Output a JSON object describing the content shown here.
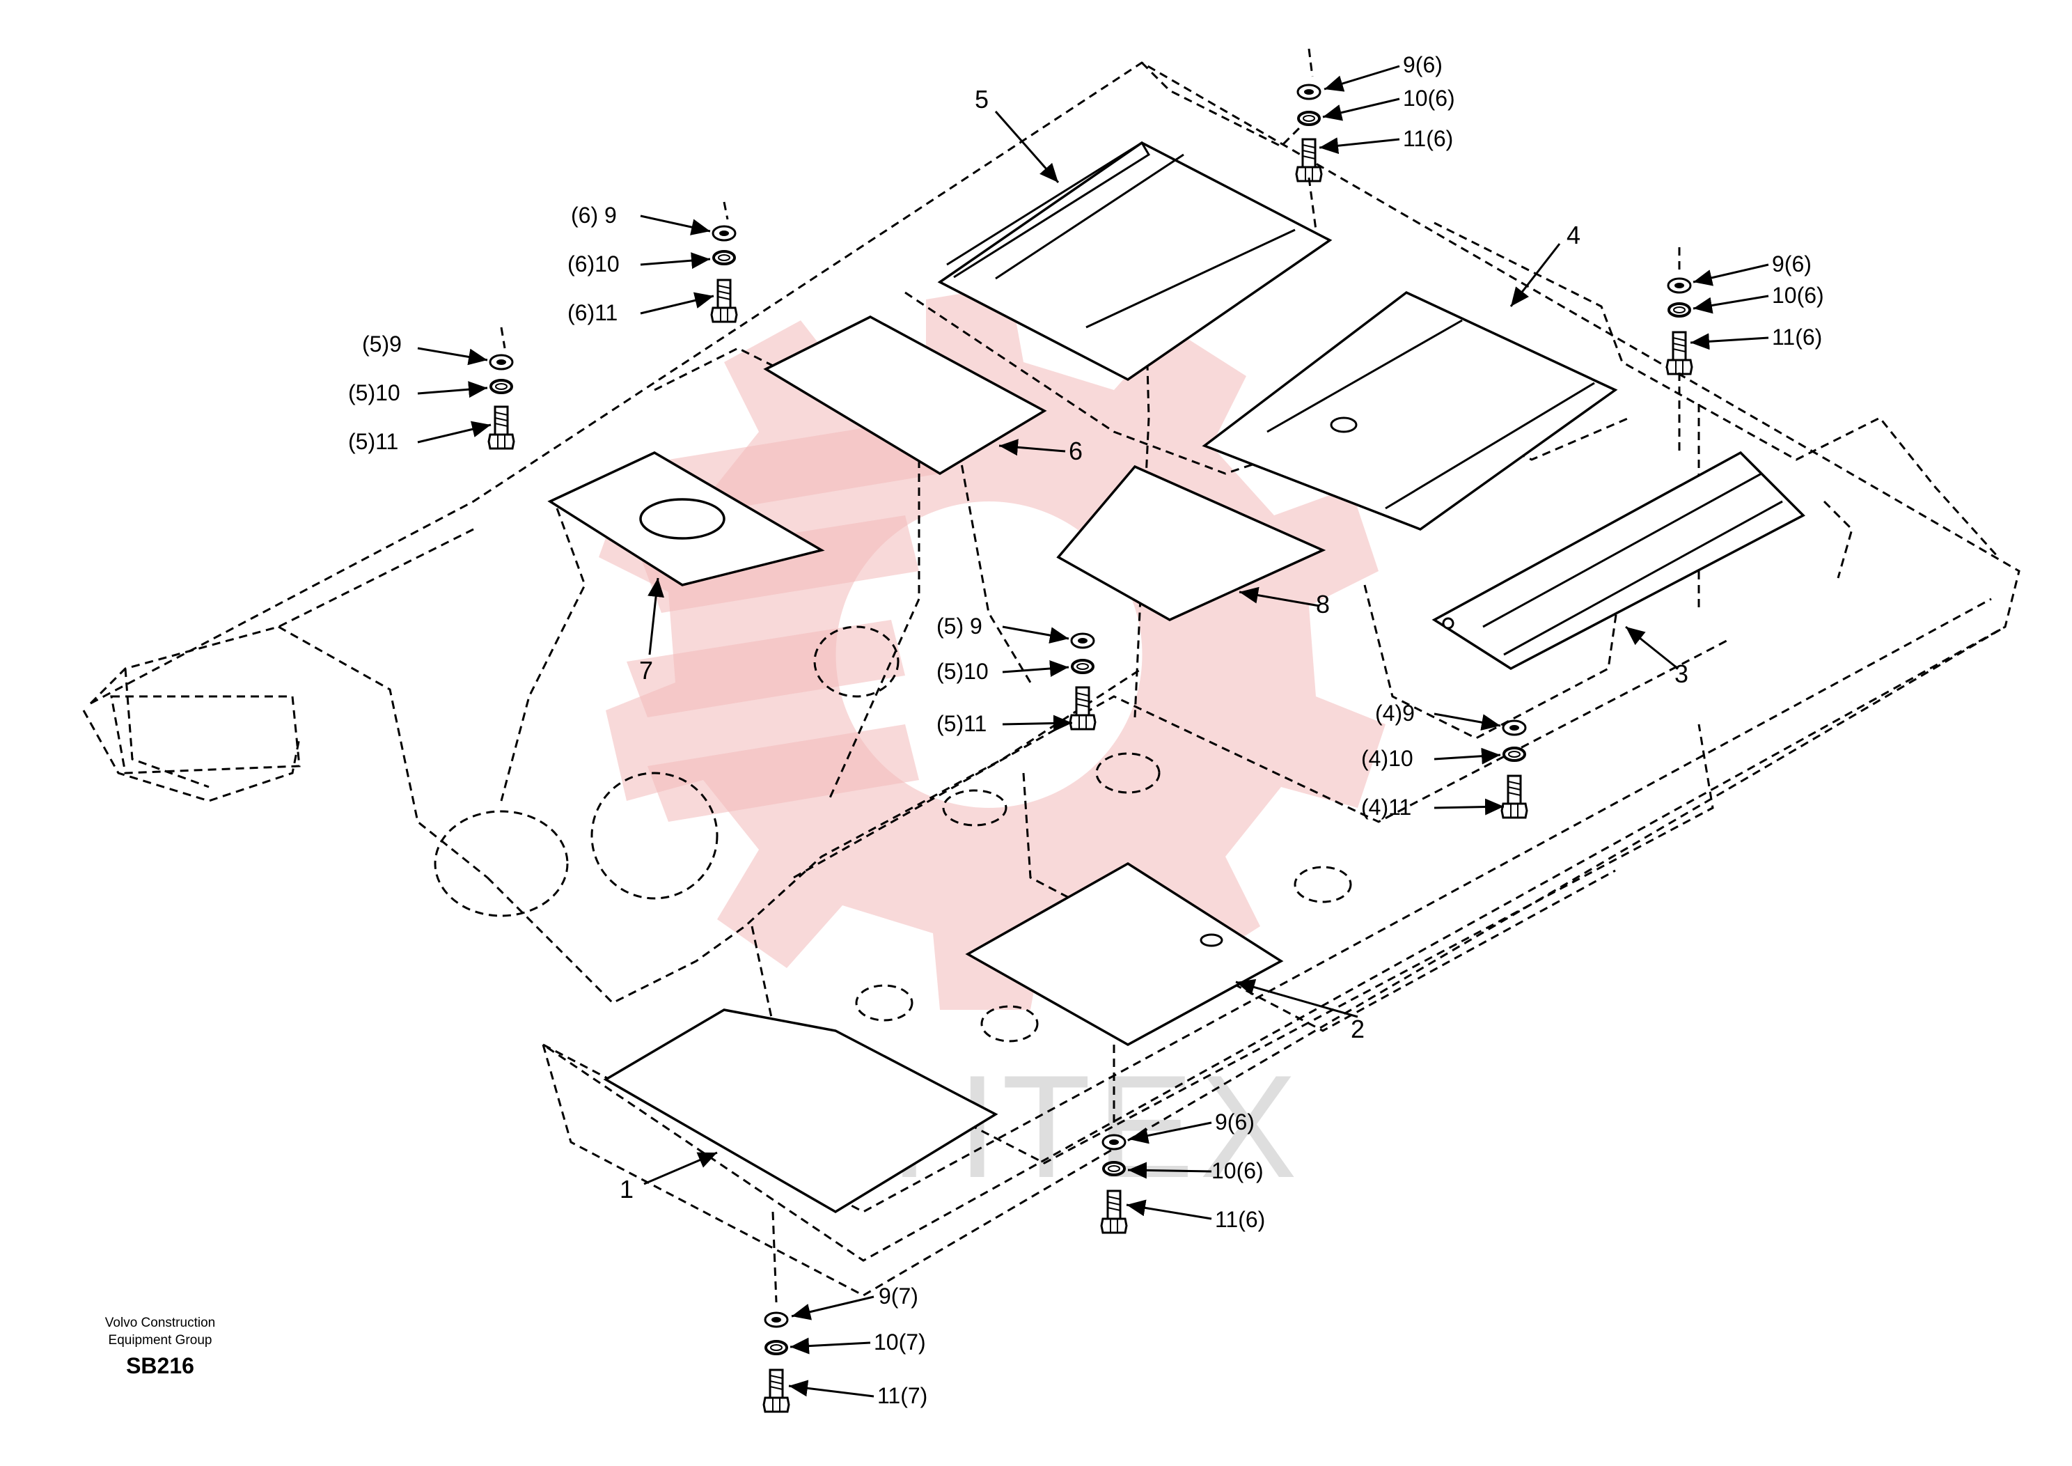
{
  "watermark": "ИНТЕХ",
  "brand": {
    "line1": "Volvo Construction",
    "line2": "Equipment Group",
    "code": "SB216"
  },
  "parts": {
    "p1": "1",
    "p2": "2",
    "p3": "3",
    "p4": "4",
    "p5": "5",
    "p6": "6",
    "p7": "7",
    "p8": "8"
  },
  "fasteners": {
    "tr": {
      "a": "9(6)",
      "b": "10(6)",
      "c": "11(6)"
    },
    "tc": {
      "a": "(6) 9",
      "b": "(6)10",
      "c": "(6)11"
    },
    "tl": {
      "a": "(5)9",
      "b": "(5)10",
      "c": "(5)11"
    },
    "r": {
      "a": "9(6)",
      "b": "10(6)",
      "c": "11(6)"
    },
    "mid": {
      "a": "(5) 9",
      "b": "(5)10",
      "c": "(5)11"
    },
    "rm": {
      "a": "(4)9",
      "b": "(4)10",
      "c": "(4)11"
    },
    "bc": {
      "a": "9(6)",
      "b": "10(6)",
      "c": "11(6)"
    },
    "bot": {
      "a": "9(7)",
      "b": "10(7)",
      "c": "11(7)"
    }
  },
  "colors": {
    "watermark_gear": "#f2b9b9",
    "watermark_text": "#c9c9c9",
    "line": "#000000"
  },
  "icons": [
    "flat-washer-icon",
    "lock-washer-icon",
    "hex-bolt-icon",
    "arrow-icon"
  ]
}
